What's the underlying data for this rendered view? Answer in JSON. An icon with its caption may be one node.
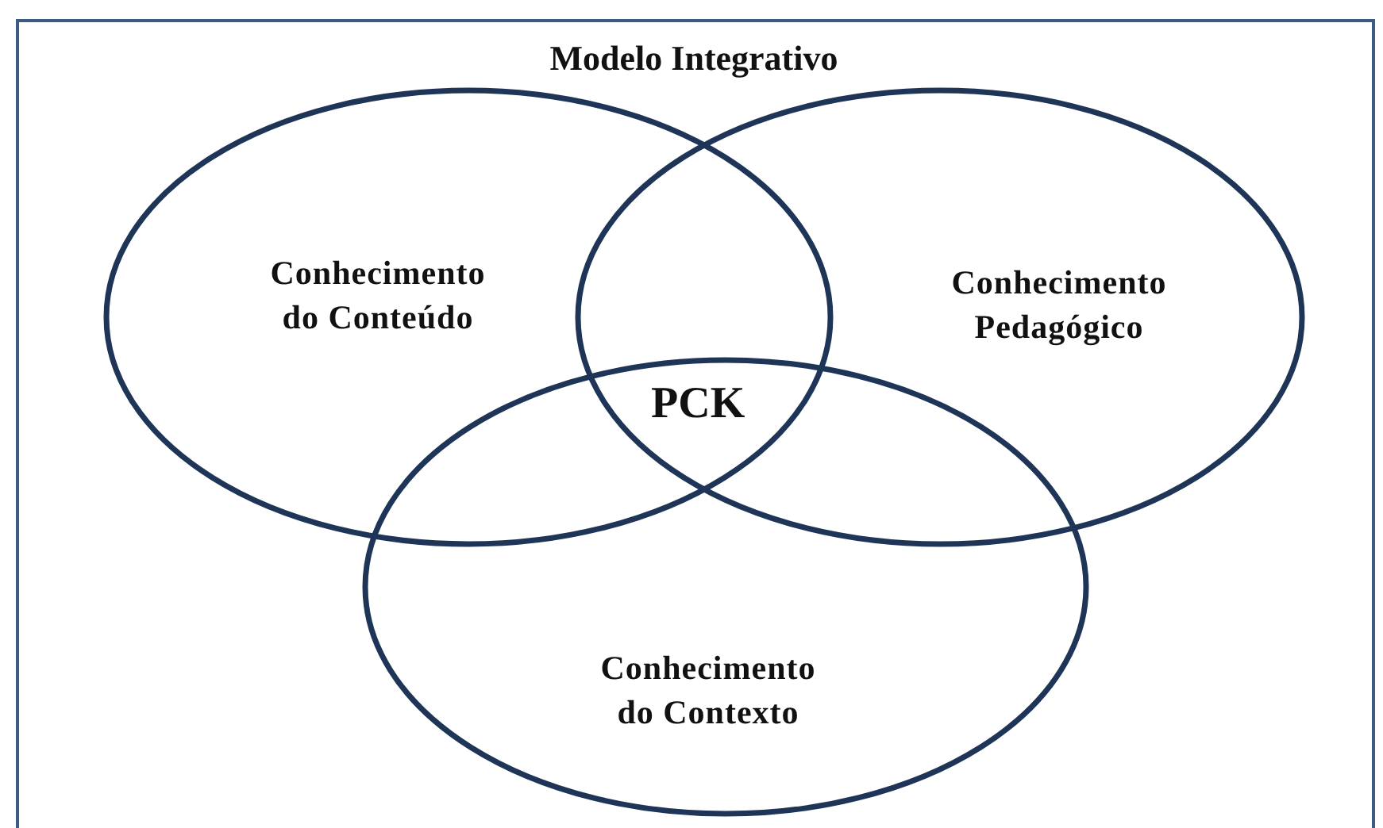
{
  "diagram": {
    "nodes": [
      {
        "text": [
          "Modelo Integrativo"
        ]
      },
      {
        "text": [
          "Conhecimento do Conteúdo"
        ],
        "in": 0
      },
      {
        "text": [
          "Conhecimento Pedagógico"
        ],
        "in": 0
      },
      {
        "text": [
          "Conhecimento do Contexto"
        ],
        "in": 0
      }
    ],
    "labels": [
      "PCK"
    ]
  }
}
